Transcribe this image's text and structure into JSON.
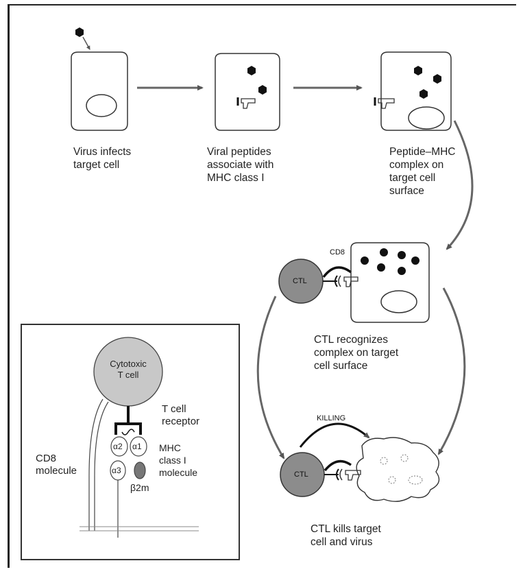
{
  "steps": {
    "infect": "Virus infects\ntarget cell",
    "associate": "Viral peptides\nassociate with\nMHC class I",
    "complex": "Peptide–MHC\ncomplex on\ntarget cell\nsurface",
    "recognize": "CTL recognizes\ncomplex on target\ncell surface",
    "kill": "CTL kills target\ncell and virus"
  },
  "labels": {
    "cd8_top": "CD8",
    "ctl": "CTL",
    "killing": "KILLING"
  },
  "inset": {
    "cell": "Cytotoxic\nT cell",
    "tcr": "T cell\nreceptor",
    "cd8": "CD8\nmolecule",
    "mhc": "MHC\nclass I\nmolecule",
    "a1": "α1",
    "a2": "α2",
    "a3": "α3",
    "b2m": "β2m"
  },
  "colors": {
    "ctl_fill": "#8c8c8c",
    "tcell_fill": "#c8c8c8",
    "line": "#2a2a2a",
    "arrow": "#555555"
  }
}
